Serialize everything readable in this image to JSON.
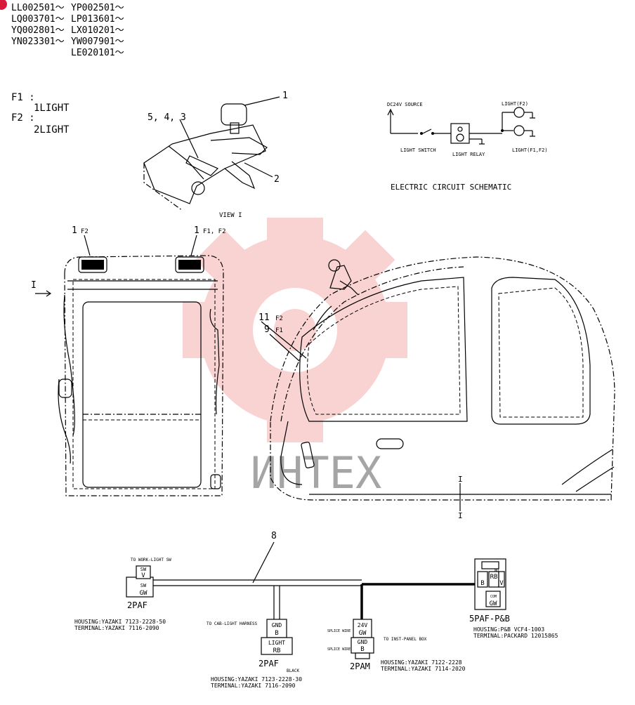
{
  "serials": {
    "col1": [
      "LL002501～",
      "LQ003701～",
      "YQ002801～",
      "YN023301～"
    ],
    "col2": [
      "YP002501～",
      "LP013601～",
      "LX010201～",
      "YW007901～",
      "LE020101～"
    ]
  },
  "legend": {
    "f1_code": "F1 :",
    "f1_text": "1LIGHT",
    "f2_code": "F2 :",
    "f2_text": "2LIGHT"
  },
  "view1": {
    "label": "VIEW I",
    "callout_1": "1",
    "callout_2": "2",
    "callout_543": "5, 4, 3"
  },
  "schematic": {
    "title": "ELECTRIC CIRCUIT SCHEMATIC",
    "source": "DC24V SOURCE",
    "switch": "LIGHT SWITCH",
    "relay": "LIGHT RELAY",
    "light_f2": "LIGHT(F2)",
    "light_f1f2": "LIGHT(F1,F2)"
  },
  "cab_front": {
    "view_marker": "I",
    "callout_left_num": "1",
    "callout_left_sub": "F2",
    "callout_right_num": "1",
    "callout_right_sub": "F1, F2"
  },
  "cab_side": {
    "callout_11": "11",
    "callout_11_sub": "F2",
    "callout_9": "9",
    "callout_9_sub": "F1",
    "section_mark_top": "I",
    "section_mark_bottom": "I"
  },
  "watermark": {
    "text": "ИНТЕХ",
    "color": "#e53935"
  },
  "harness": {
    "callout": "8",
    "work_light_note": "TO WORK-LIGHT SW",
    "cab_light_note": "TO CAB-LIGHT HARNESS",
    "inst_panel_note": "TO INST-PANEL BOX",
    "conn_left": {
      "pin1": "SW",
      "pin1_color": "V",
      "pin2": "SW",
      "pin2_color": "GW",
      "name": "2PAF",
      "housing": "HOUSING:YAZAKI 7123-2228-50",
      "terminal": "TERMINAL:YAZAKI 7116-2090"
    },
    "conn_middle": {
      "pin1": "GND",
      "pin1_color": "B",
      "pin2": "LIGHT",
      "pin2_color": "RB",
      "name": "2PAF",
      "color_note": "BLACK",
      "housing": "HOUSING:YAZAKI 7123-2228-30",
      "terminal": "TERMINAL:YAZAKI 7116-2090"
    },
    "conn_inst": {
      "pin1": "24V",
      "pin1_color": "GW",
      "pin2": "GND",
      "pin2_color": "B",
      "name": "2PAM",
      "side_note_1": "SPLICE WIRE",
      "side_note_2": "SPLICE WIRE",
      "housing": "HOUSING:YAZAKI 7122-2228",
      "terminal": "TERMINAL:YAZAKI 7114-2020"
    },
    "conn_right": {
      "top_pin": "NO",
      "mid_left": "B",
      "mid_center": "RB",
      "mid_right": "V",
      "bottom_pin": "GW",
      "bottom_label": "COM",
      "name": "5PAF-P&B",
      "housing": "HOUSING:P&B VCF4-1003",
      "terminal": "TERMINAL:PACKARD 12015865"
    }
  }
}
